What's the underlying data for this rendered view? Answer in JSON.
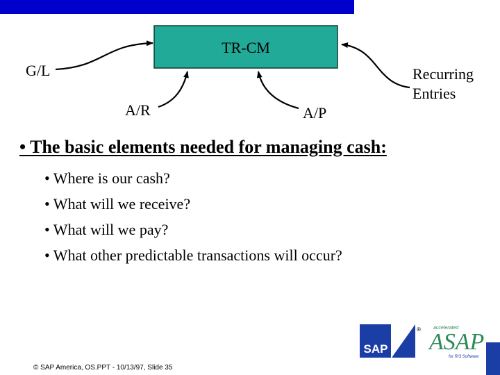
{
  "colors": {
    "top_bar": "#0000cc",
    "box_fill": "#22aa99",
    "box_stroke": "#0d3b34",
    "sap_blue": "#1a3da6",
    "asap_green": "#2e8b57"
  },
  "diagram": {
    "box_label": "TR-CM",
    "inputs": {
      "gl": "G/L",
      "ar": "A/R",
      "ap": "A/P",
      "recurring": "Recurring Entries"
    }
  },
  "content": {
    "heading": "• The basic elements needed for managing cash:",
    "bullets": [
      "• Where is our cash?",
      "• What will we receive?",
      "• What will we pay?",
      "• What other predictable transactions will occur?"
    ]
  },
  "footer": {
    "text": "© SAP America, OS.PPT - 10/13/97, Slide 35"
  },
  "logos": {
    "sap": "SAP",
    "reg_mark": "®",
    "asap": "ASAP",
    "asap_small": "accelerated",
    "asap_tag": "for R/3 Software"
  }
}
